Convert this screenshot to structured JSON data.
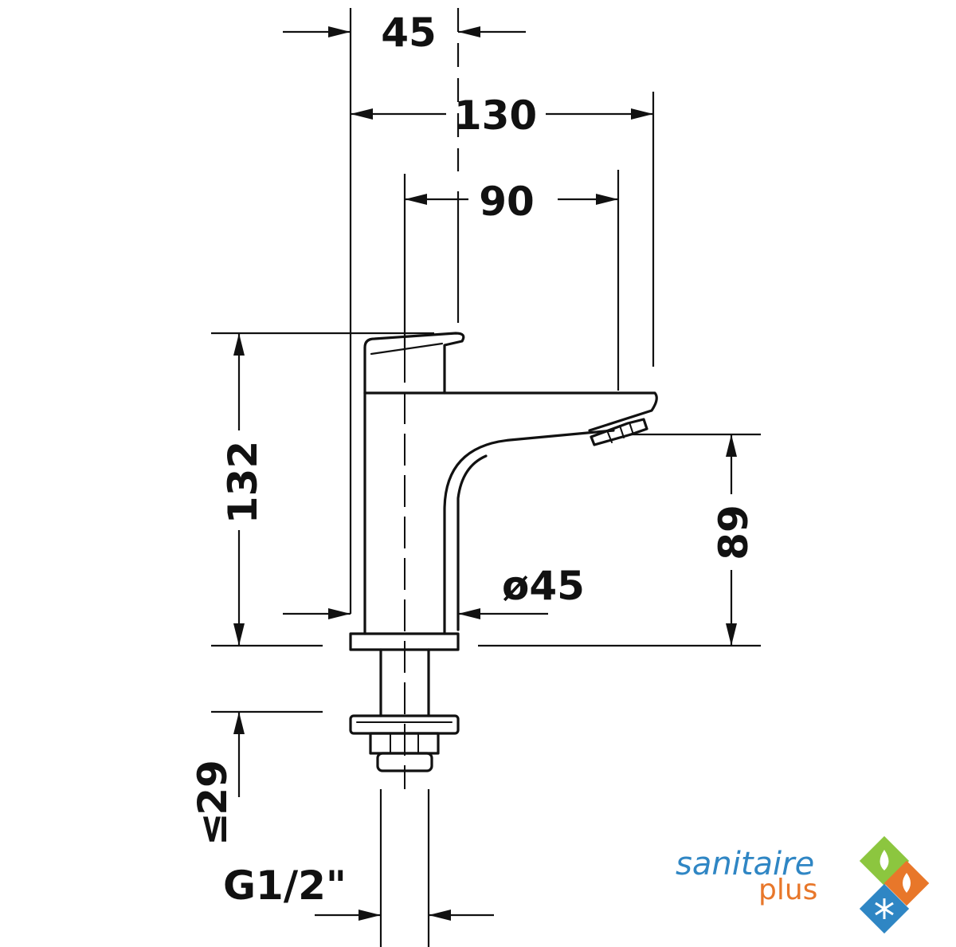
{
  "dimensions": {
    "d45_top": "45",
    "d130": "130",
    "d90": "90",
    "d132": "132",
    "d89": "89",
    "diameter": "ø45",
    "d29": "29",
    "le_symbol": "≤",
    "thread": "G1/2\""
  },
  "logo": {
    "line1": "sanitaire",
    "line2": "plus",
    "colors": {
      "line1": "#2f86c4",
      "line2": "#e8772a",
      "drop_green": "#8cc63f",
      "flame_orange": "#e8772a",
      "snow_blue": "#2f86c4"
    }
  }
}
